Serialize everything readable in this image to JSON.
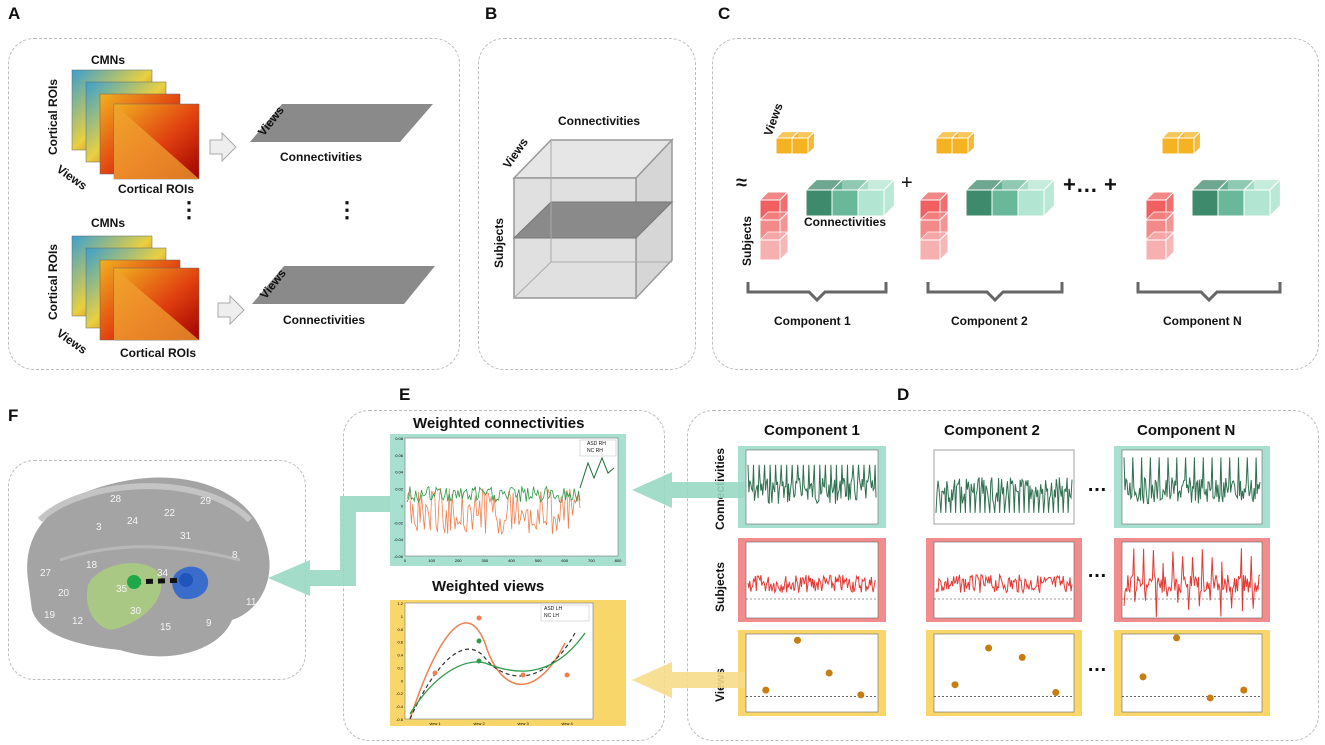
{
  "panels": {
    "A": "A",
    "B": "B",
    "C": "C",
    "D": "D",
    "E": "E",
    "F": "F"
  },
  "panel_a": {
    "cmns_label": "CMNs",
    "cortical_rois_left": "Cortical ROIs",
    "views_label": "Views",
    "cortical_rois_bottom": "Cortical ROIs",
    "plane_views": "Views",
    "plane_connectivities": "Connectivities",
    "ellipsis": "⋮"
  },
  "panel_b": {
    "connectivities": "Connectivities",
    "views": "Views",
    "subjects": "Subjects"
  },
  "panel_c": {
    "approx": "≈",
    "views": "Views",
    "subjects": "Subjects",
    "connectivities": "Connectivities",
    "plus": "+",
    "plus_dots": "+… +",
    "components": [
      "Component 1",
      "Component 2",
      "Component N"
    ]
  },
  "panel_d": {
    "components": [
      "Component 1",
      "Component 2",
      "Component N"
    ],
    "rows": [
      "Connectivities",
      "Subjects",
      "Views"
    ],
    "dots": "…"
  },
  "panel_e": {
    "title_conn": "Weighted connectivities",
    "title_views": "Weighted views",
    "conn_legend": [
      "ASD RH",
      "NC RH"
    ],
    "views_legend": [
      "ASD LH",
      "NC LH"
    ],
    "conn_yticks": [
      "0.08",
      "0.06",
      "0.04",
      "0.02",
      "0",
      "-0.02",
      "-0.04",
      "-0.06"
    ],
    "conn_xticks": [
      "0",
      "100",
      "200",
      "300",
      "400",
      "500",
      "600",
      "700",
      "800"
    ],
    "views_yticks": [
      "1.2",
      "1",
      "0.8",
      "0.6",
      "0.4",
      "0.2",
      "0",
      "-0.2",
      "-0.4",
      "-0.6"
    ],
    "views_xticks": [
      "view 1",
      "view 2",
      "view 3",
      "view 4"
    ]
  },
  "panel_f": {
    "regions": [
      "28",
      "29",
      "3",
      "24",
      "22",
      "31",
      "18",
      "8",
      "27",
      "20",
      "35",
      "34",
      "19",
      "12",
      "30",
      "15",
      "9",
      "11"
    ]
  },
  "colors": {
    "connectivity": "#2f7050",
    "subjects": "#e53935",
    "views": "#c77d10",
    "conn_bg": "#a8e0d0",
    "subj_bg": "#f28c8c",
    "views_bg": "#f8d66a",
    "orange_cube": "#f5b324",
    "red_cube": "#f06060",
    "teal_cube": "#3e8a6c"
  }
}
